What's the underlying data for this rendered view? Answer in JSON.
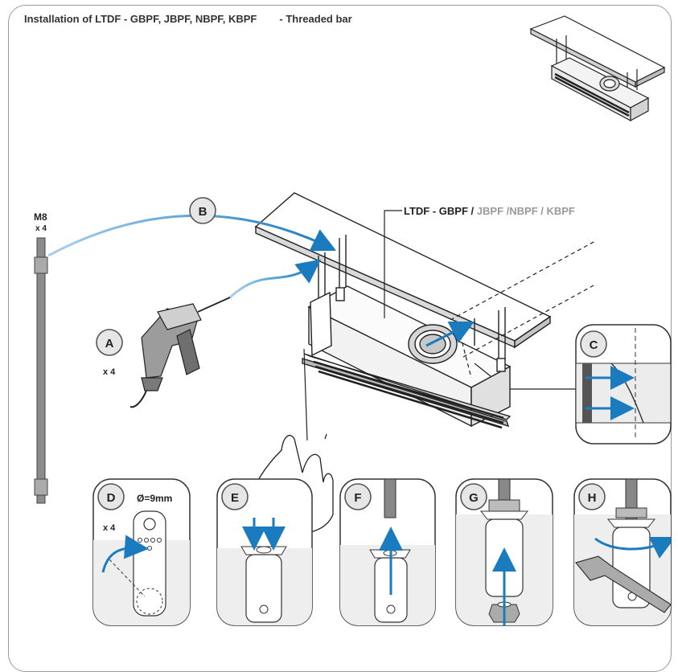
{
  "header": {
    "title": "Installation of LTDF - GBPF, JBPF, NBPF, KBPF",
    "separator": "-",
    "subtitle": "Threaded bar"
  },
  "product_label": {
    "prefix": "LTDF - GBPF",
    "slash1": "/",
    "rest": " JBPF /NBPF / KBPF"
  },
  "rod": {
    "size": "M8",
    "quantity": "x 4"
  },
  "drill": {
    "quantity": "x 4"
  },
  "steps": [
    "A",
    "B",
    "C",
    "D",
    "E",
    "F",
    "G",
    "H"
  ],
  "step_d": {
    "hole_label": "Ø=9mm",
    "quantity": "x 4"
  },
  "colors": {
    "arrow_blue": "#1a7bbf",
    "rod_gray": "#8c8c8c",
    "panel_bg": "#eeeeee",
    "ceiling_gray": "#d8d8d8"
  }
}
